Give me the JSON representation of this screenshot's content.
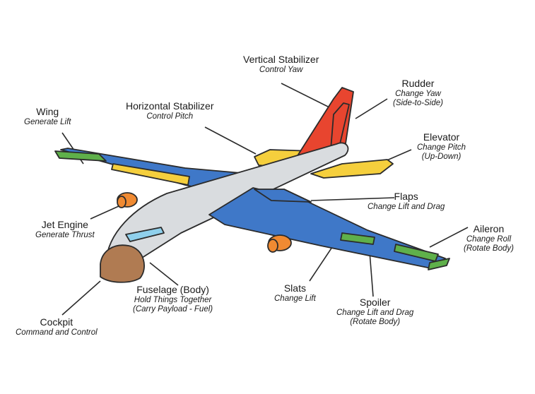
{
  "colors": {
    "fuselage": "#d9dcdf",
    "wing": "#3f78c8",
    "vertical_stabilizer": "#e8452f",
    "horizontal_stabilizer": "#f5cf3d",
    "control_surface": "#5fb04a",
    "engine": "#f08a32",
    "cockpit_nose": "#b07b52",
    "window": "#8fd0ec",
    "outline": "#2b2b2b"
  },
  "parts": {
    "vertical_stabilizer": {
      "name": "Vertical Stabilizer",
      "desc": "Control Yaw"
    },
    "rudder": {
      "name": "Rudder",
      "desc_1": "Change Yaw",
      "desc_2": "(Side-to-Side)"
    },
    "horizontal_stabilizer": {
      "name": "Horizontal Stabilizer",
      "desc": "Control Pitch"
    },
    "wing": {
      "name": "Wing",
      "desc": "Generate Lift"
    },
    "elevator": {
      "name": "Elevator",
      "desc_1": "Change Pitch",
      "desc_2": "(Up-Down)"
    },
    "flaps": {
      "name": "Flaps",
      "desc": "Change Lift and Drag"
    },
    "jet_engine": {
      "name": "Jet Engine",
      "desc": "Generate Thrust"
    },
    "aileron": {
      "name": "Aileron",
      "desc_1": "Change Roll",
      "desc_2": "(Rotate Body)"
    },
    "fuselage": {
      "name": "Fuselage (Body)",
      "desc_1": "Hold Things Together",
      "desc_2": "(Carry Payload - Fuel)"
    },
    "slats": {
      "name": "Slats",
      "desc": "Change Lift"
    },
    "spoiler": {
      "name": "Spoiler",
      "desc_1": "Change Lift and Drag",
      "desc_2": "(Rotate Body)"
    },
    "cockpit": {
      "name": "Cockpit",
      "desc": "Command and Control"
    }
  }
}
